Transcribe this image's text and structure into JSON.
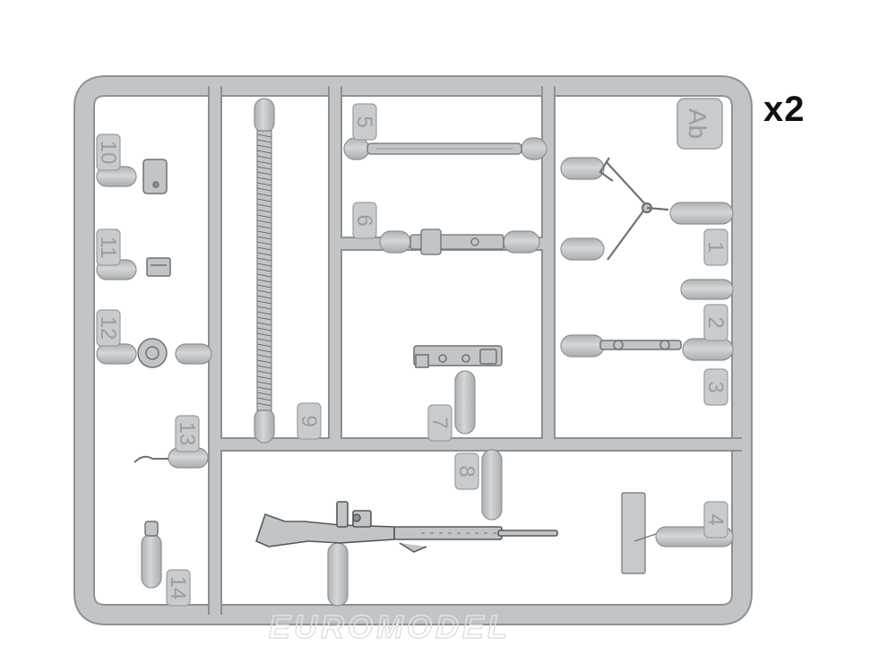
{
  "sprue": {
    "code": "Ab",
    "quantity": "x2",
    "parts": [
      {
        "id": "p1",
        "label": "1"
      },
      {
        "id": "p2",
        "label": "2"
      },
      {
        "id": "p3",
        "label": "3"
      },
      {
        "id": "p4",
        "label": "4"
      },
      {
        "id": "p5",
        "label": "5"
      },
      {
        "id": "p6",
        "label": "6"
      },
      {
        "id": "p7",
        "label": "7"
      },
      {
        "id": "p8",
        "label": "8"
      },
      {
        "id": "p9",
        "label": "9"
      },
      {
        "id": "p10",
        "label": "10"
      },
      {
        "id": "p11",
        "label": "11"
      },
      {
        "id": "p12",
        "label": "12"
      },
      {
        "id": "p13",
        "label": "13"
      },
      {
        "id": "p14",
        "label": "14"
      }
    ]
  },
  "watermark": "EUROMODEL",
  "colors": {
    "plastic": "#c2c5c7",
    "plastic_edge": "#8d9194",
    "plastic_shadow": "#a6aaad",
    "label": "#9a9ea1",
    "text": "#111111"
  }
}
